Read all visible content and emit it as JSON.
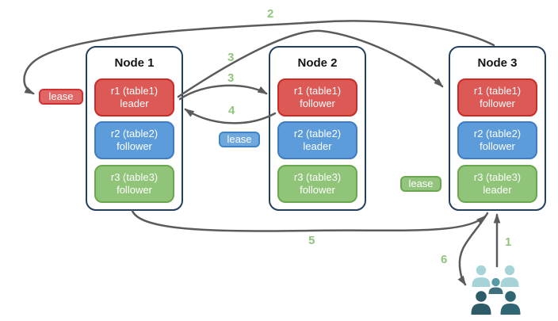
{
  "nodes": [
    {
      "title": "Node 1",
      "replicas": [
        {
          "name": "r1 (table1)",
          "role": "leader"
        },
        {
          "name": "r2 (table2)",
          "role": "follower"
        },
        {
          "name": "r3 (table3)",
          "role": "follower"
        }
      ]
    },
    {
      "title": "Node 2",
      "replicas": [
        {
          "name": "r1 (table1)",
          "role": "follower"
        },
        {
          "name": "r2 (table2)",
          "role": "leader"
        },
        {
          "name": "r3 (table3)",
          "role": "follower"
        }
      ]
    },
    {
      "title": "Node 3",
      "replicas": [
        {
          "name": "r1 (table1)",
          "role": "follower"
        },
        {
          "name": "r2 (table2)",
          "role": "follower"
        },
        {
          "name": "r3 (table3)",
          "role": "leader"
        }
      ]
    }
  ],
  "leases": [
    {
      "label": "lease",
      "color": "#e06666"
    },
    {
      "label": "lease",
      "color": "#6fa8dc"
    },
    {
      "label": "lease",
      "color": "#93c47d"
    }
  ],
  "steps": {
    "s1": "1",
    "s2": "2",
    "s3a": "3",
    "s3b": "3",
    "s4": "4",
    "s5": "5",
    "s6": "6"
  },
  "colors": {
    "replica_red": "#dc5955",
    "replica_red_border": "#cb2b27",
    "replica_blue": "#5d9cdb",
    "replica_blue_border": "#3f7cc4",
    "replica_green": "#90c478",
    "replica_green_border": "#6aa84f",
    "node_border": "#24405f",
    "arrow": "#5b5b5b",
    "step_label": "#93c47d"
  },
  "people_icon": {
    "name": "users-group",
    "colors": {
      "back": "#a5d3d8",
      "middle_head": "#569aa8",
      "middle_body": "#40707e",
      "front_left": "#2e5b68",
      "front_right": "#306573"
    }
  }
}
